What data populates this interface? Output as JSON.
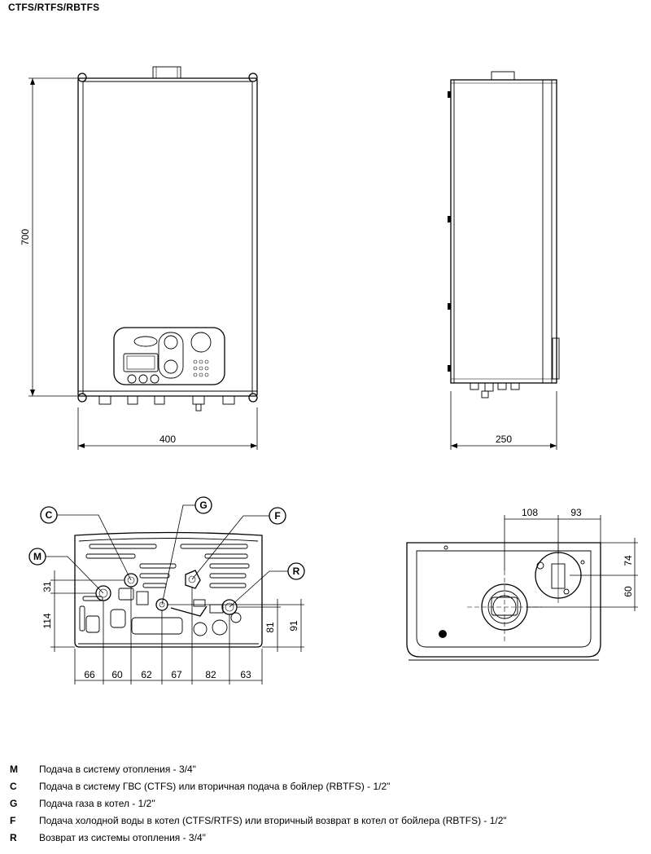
{
  "title": "CTFS/RTFS/RBTFS",
  "dimensions": {
    "height": "700",
    "width": "400",
    "depth": "250",
    "bottom": [
      "66",
      "60",
      "62",
      "67",
      "82",
      "63"
    ],
    "v31": "31",
    "v114": "114",
    "v81": "81",
    "v91": "91",
    "top108": "108",
    "top93": "93",
    "v74": "74",
    "v60": "60"
  },
  "callouts": {
    "C": "C",
    "G": "G",
    "F": "F",
    "M": "M",
    "R": "R"
  },
  "legend": [
    {
      "code": "M",
      "text": "Подача в систему отопления - 3/4\""
    },
    {
      "code": "C",
      "text": "Подача в систему ГВС (CTFS) или вторичная подача в бойлер (RBTFS) - 1/2\""
    },
    {
      "code": "G",
      "text": "Подача газа в котел - 1/2\""
    },
    {
      "code": "F",
      "text": "Подача холодной воды в котел (CTFS/RTFS) или вторичный возврат в котел от бойлера (RBTFS) - 1/2\""
    },
    {
      "code": "R",
      "text": "Возврат из системы отопления - 3/4\""
    }
  ]
}
